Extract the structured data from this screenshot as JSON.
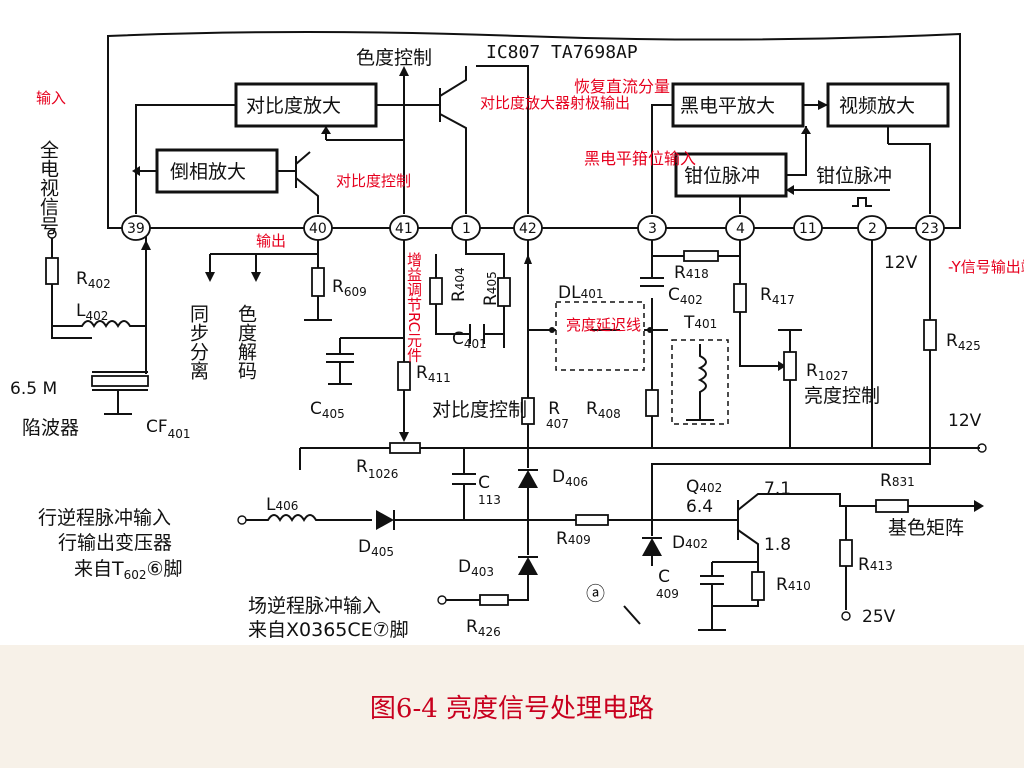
{
  "ic": {
    "title": "IC807  TA7698AP"
  },
  "blocks": {
    "contrast_amp": "对比度放大",
    "inverter_amp": "倒相放大",
    "black_level_amp": "黑电平放大",
    "video_amp": "视频放大",
    "clamp_pulse": "钳位脉冲"
  },
  "pins": {
    "p39": "39",
    "p40": "40",
    "p41": "41",
    "p1": "1",
    "p42": "42",
    "p3": "3",
    "p4": "4",
    "p11": "11",
    "p2": "2",
    "p23": "23"
  },
  "labels": {
    "input": "输入",
    "full_tv_signal": "全电视信号",
    "chroma_control": "色度控制",
    "contrast_emitter_note": "对比度放大器射极输出",
    "contrast_control_red": "对比度控制",
    "restore_dc": "恢复直流分量",
    "black_clamp_input": "黑电平箝位输入",
    "clamp_pulse_outside": "钳位脉冲",
    "output": "输出",
    "gain_rc": "增益调节RC元件",
    "y_output": "-Y信号输出端",
    "sync_sep": "同步分离",
    "chroma_decode": "色度解码",
    "trap_freq": "6.5 M",
    "trap": "陷波器",
    "delay_line_note": "亮度延迟线",
    "brightness_control": "亮度控制",
    "contrast_control_bottom": "对比度控制",
    "v12_top": "12V",
    "v12_right": "12V",
    "v25": "25V",
    "line_pulse_1": "行逆程脉冲输入",
    "line_pulse_2": "行输出变压器",
    "line_pulse_3": "来自T",
    "line_pulse_3_sub": "602",
    "line_pulse_3_end": "⑥脚",
    "field_pulse_1": "场逆程脉冲输入",
    "field_pulse_2": "来自X0365CE⑦脚",
    "matrix": "基色矩阵",
    "a_mark": "ⓐ",
    "q402_v_c": "7.1",
    "q402_v_b": "6.4",
    "q402_v_e": "1.8"
  },
  "components": {
    "R402": {
      "n": "R",
      "s": "402"
    },
    "L402": {
      "n": "L",
      "s": "402"
    },
    "CF401": {
      "n": "CF",
      "s": "401"
    },
    "R609": {
      "n": "R",
      "s": "609"
    },
    "C405": {
      "n": "C",
      "s": "405"
    },
    "R411": {
      "n": "R",
      "s": "411"
    },
    "R404": {
      "n": "R",
      "s": "404"
    },
    "R405": {
      "n": "R",
      "s": "405"
    },
    "C401": {
      "n": "C",
      "s": "401"
    },
    "R1026": {
      "n": "R",
      "s": "1026"
    },
    "C113": {
      "n": "C",
      "s": "113"
    },
    "R407": {
      "n": "R",
      "s": "407"
    },
    "D406": {
      "n": "D",
      "s": "406"
    },
    "L406": {
      "n": "L",
      "s": "406"
    },
    "D405": {
      "n": "D",
      "s": "405"
    },
    "R409": {
      "n": "R",
      "s": "409"
    },
    "D403": {
      "n": "D",
      "s": "403"
    },
    "R426": {
      "n": "R",
      "s": "426"
    },
    "DL401": {
      "n": "DL",
      "s": "401"
    },
    "T401": {
      "n": "T",
      "s": "401"
    },
    "C402": {
      "n": "C",
      "s": "402"
    },
    "R418": {
      "n": "R",
      "s": "418"
    },
    "R417": {
      "n": "R",
      "s": "417"
    },
    "R1027": {
      "n": "R",
      "s": "1027"
    },
    "R408": {
      "n": "R",
      "s": "408"
    },
    "R425": {
      "n": "R",
      "s": "425"
    },
    "Q402": {
      "n": "Q",
      "s": "402"
    },
    "D402": {
      "n": "D",
      "s": "402"
    },
    "C409": {
      "n": "C",
      "s": "409"
    },
    "R410": {
      "n": "R",
      "s": "410"
    },
    "R831": {
      "n": "R",
      "s": "831"
    },
    "R413": {
      "n": "R",
      "s": "413"
    }
  },
  "caption": "图6-4   亮度信号处理电路",
  "colors": {
    "annotation": "#e6001e",
    "caption": "#c8001e",
    "footer_bg": "#f7f1e8",
    "ink": "#111111"
  }
}
